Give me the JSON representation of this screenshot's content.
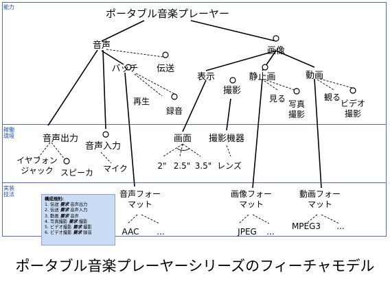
{
  "bands": {
    "function": "能力",
    "environment": "稼働\n環境",
    "technology": "実装\n技法"
  },
  "diagram": {
    "root": "ポータブル音楽プレーヤー",
    "sound": "音声",
    "image": "画像",
    "batch": "バッチ",
    "transfer": "伝送",
    "play": "再生",
    "record": "録音",
    "display": "表示",
    "shoot": "撮影",
    "still": "静止画",
    "movie": "動画",
    "view_still": "見る",
    "photo": "写真\n撮影",
    "view_movie": "観る",
    "video": "ビデオ\n撮影",
    "audio_out": "音声出力",
    "audio_in": "音声入力",
    "earphone_jack": "イヤフォン\nジャック",
    "speaker": "スピーカ",
    "mic": "マイク",
    "screen": "画面",
    "size_2": "2\"",
    "size_25": "2.5\"",
    "size_35": "3.5\"",
    "camera_device": "撮影機器",
    "lens": "レンズ",
    "audio_format": "音声フォー\nマット",
    "aac": "AAC",
    "image_format": "画像フォー\nマット",
    "jpeg": "JPEG",
    "video_format": "動画フォー\nマット",
    "mpeg3": "MPEG3",
    "ellipsis": "..."
  },
  "rules": {
    "title": "構成規則:",
    "items": [
      {
        "num": "1.",
        "a": "伝送",
        "rel": "要求",
        "b": "音声出力"
      },
      {
        "num": "2.",
        "a": "伝送",
        "rel": "要求",
        "b": "音声入力"
      },
      {
        "num": "3.",
        "a": "動画",
        "rel": "要求",
        "b": "音声"
      },
      {
        "num": "4.",
        "a": "写真撮影",
        "rel": "要求",
        "b": "撮影"
      },
      {
        "num": "5.",
        "a": "ビデオ撮影",
        "rel": "要求",
        "b": "撮影"
      },
      {
        "num": "6.",
        "a": "ビデオ撮影",
        "rel": "要求",
        "b": "録音"
      }
    ]
  },
  "caption": "ポータブル音楽プレーヤーシリーズのフィーチャモデル",
  "colors": {
    "band_border": "#4a6fc0",
    "band_label": "#1f4fb0",
    "rules_bg": "#c9dcf3"
  }
}
